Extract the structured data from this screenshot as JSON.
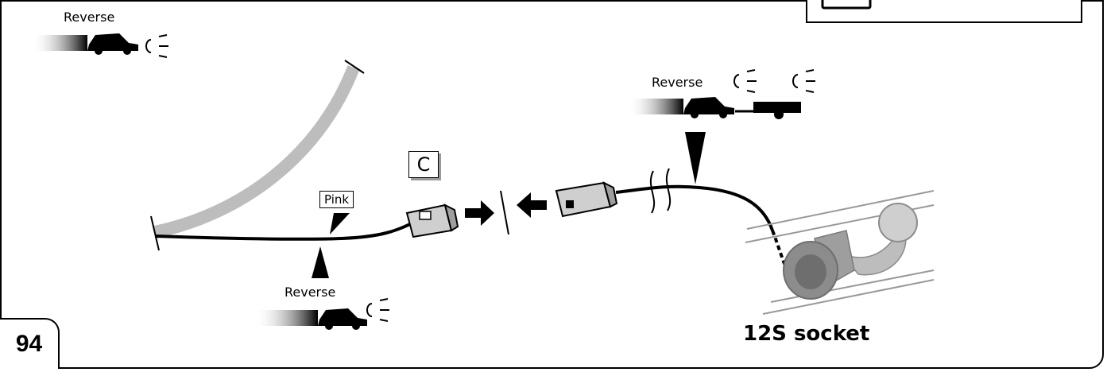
{
  "page_number": "94",
  "callouts": {
    "top_left": {
      "label": "Reverse"
    },
    "right": {
      "label": "Reverse"
    },
    "bottom": {
      "label": "Reverse"
    }
  },
  "wire_tag": "Pink",
  "connector_letter": "C",
  "socket_caption": "12S socket",
  "colors": {
    "ink": "#000000",
    "grey_wire": "#bdbdbd",
    "socket_grey": "#8c8c8c"
  }
}
